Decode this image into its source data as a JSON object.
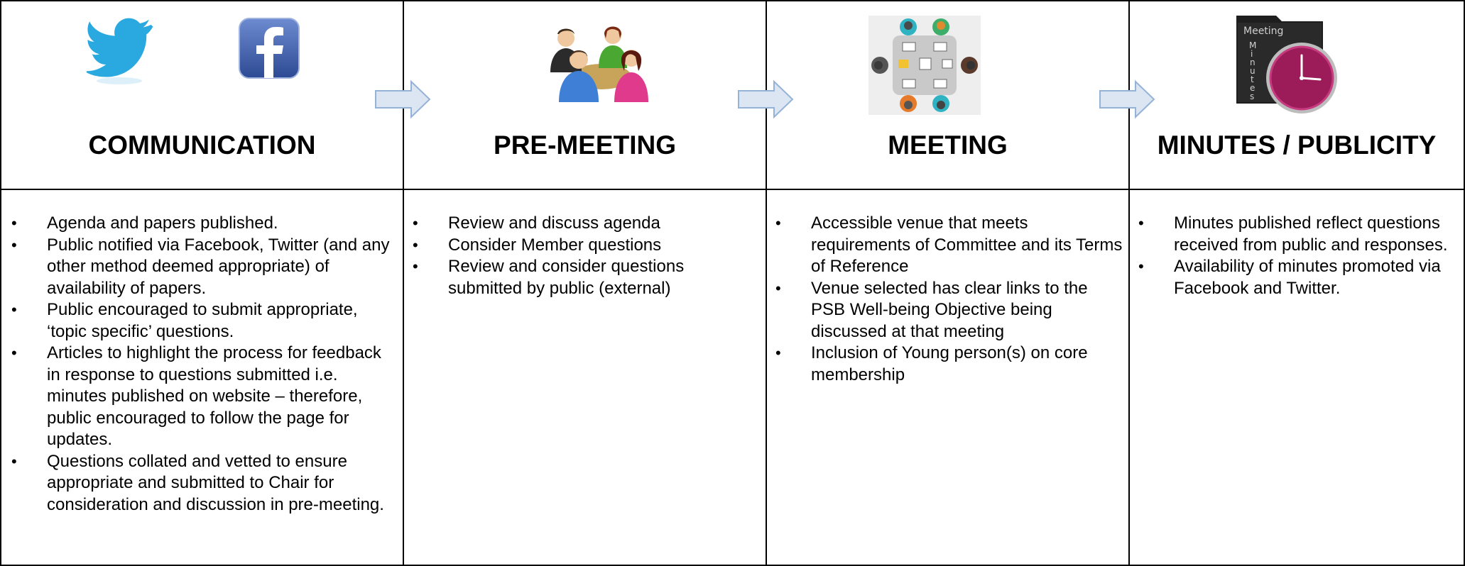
{
  "columns": [
    {
      "title": "COMMUNICATION",
      "icons": [
        "twitter-bird-icon",
        "facebook-icon"
      ],
      "bullets": [
        "Agenda and papers published.",
        "Public notified via Facebook, Twitter (and any other method deemed appropriate) of availability of papers.",
        "Public encouraged to submit appropriate, ‘topic specific’ questions.",
        "Articles to highlight the process for feedback in response to questions submitted i.e. minutes published on website – therefore, public encouraged to follow the page for updates.",
        "Questions collated and vetted to ensure appropriate and submitted to Chair for consideration and discussion in pre-meeting."
      ]
    },
    {
      "title": "PRE-MEETING",
      "icons": [
        "people-group-icon"
      ],
      "bullets": [
        "Review and discuss agenda",
        "Consider Member questions",
        "Review and consider questions submitted by public (external)"
      ]
    },
    {
      "title": "MEETING",
      "icons": [
        "meeting-table-icon"
      ],
      "bullets": [
        "Accessible venue that meets requirements of Committee and its Terms of Reference",
        "Venue selected has clear links to the PSB Well-being Objective being discussed at that meeting",
        "Inclusion of Young person(s) on core membership"
      ]
    },
    {
      "title": "MINUTES / PUBLICITY",
      "icons": [
        "meeting-minutes-folder-icon"
      ],
      "folder_label_top": "Meeting",
      "folder_label_side": "Minutes",
      "bullets": [
        "Minutes published reflect questions received from public and responses.",
        "Availability of minutes promoted via Facebook and Twitter."
      ]
    }
  ],
  "colors": {
    "twitter": "#2aa9e0",
    "facebook": "#3b5998",
    "arrow_fill": "#dce6f2",
    "arrow_stroke": "#95b3d7",
    "clock_face": "#9c1c5a"
  }
}
